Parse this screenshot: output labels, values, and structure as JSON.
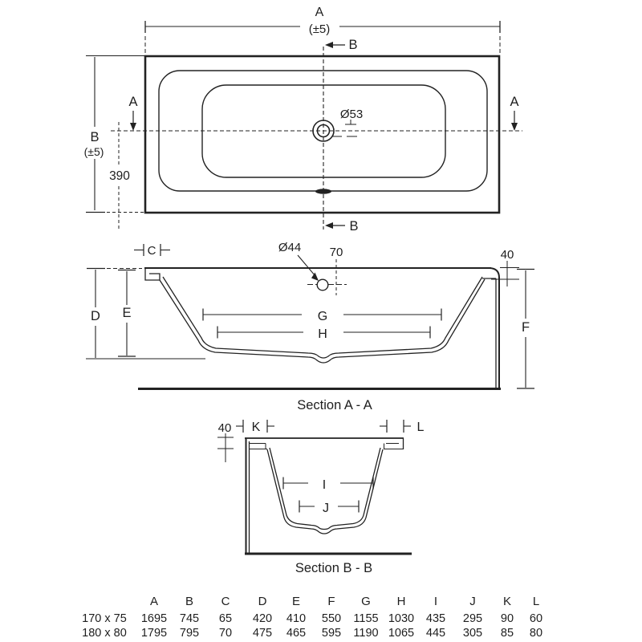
{
  "drawing": {
    "plan": {
      "a": "A",
      "a_tol": "(±5)",
      "b": "B",
      "b_tol": "(±5)",
      "dim390": "390",
      "drain_dia": "Ø53",
      "marker_a": "A",
      "marker_b": "B"
    },
    "section_aa": {
      "title": "Section A - A",
      "c": "C",
      "d": "D",
      "e": "E",
      "f": "F",
      "g": "G",
      "h": "H",
      "overflow_dia": "Ø44",
      "dim70": "70",
      "dim40": "40"
    },
    "section_bb": {
      "title": "Section B - B",
      "dim40": "40",
      "k": "K",
      "l": "L",
      "i": "I",
      "j": "J"
    },
    "table": {
      "headers": [
        "A",
        "B",
        "C",
        "D",
        "E",
        "F",
        "G",
        "H",
        "I",
        "J",
        "K",
        "L"
      ],
      "rows": [
        {
          "size": "170 x 75",
          "values": [
            "1695",
            "745",
            "65",
            "420",
            "410",
            "550",
            "1155",
            "1030",
            "435",
            "295",
            "90",
            "60"
          ]
        },
        {
          "size": "180 x 80",
          "values": [
            "1795",
            "795",
            "70",
            "475",
            "465",
            "595",
            "1190",
            "1065",
            "445",
            "305",
            "85",
            "80"
          ]
        }
      ]
    },
    "colors": {
      "line": "#222222",
      "background": "#ffffff"
    }
  }
}
